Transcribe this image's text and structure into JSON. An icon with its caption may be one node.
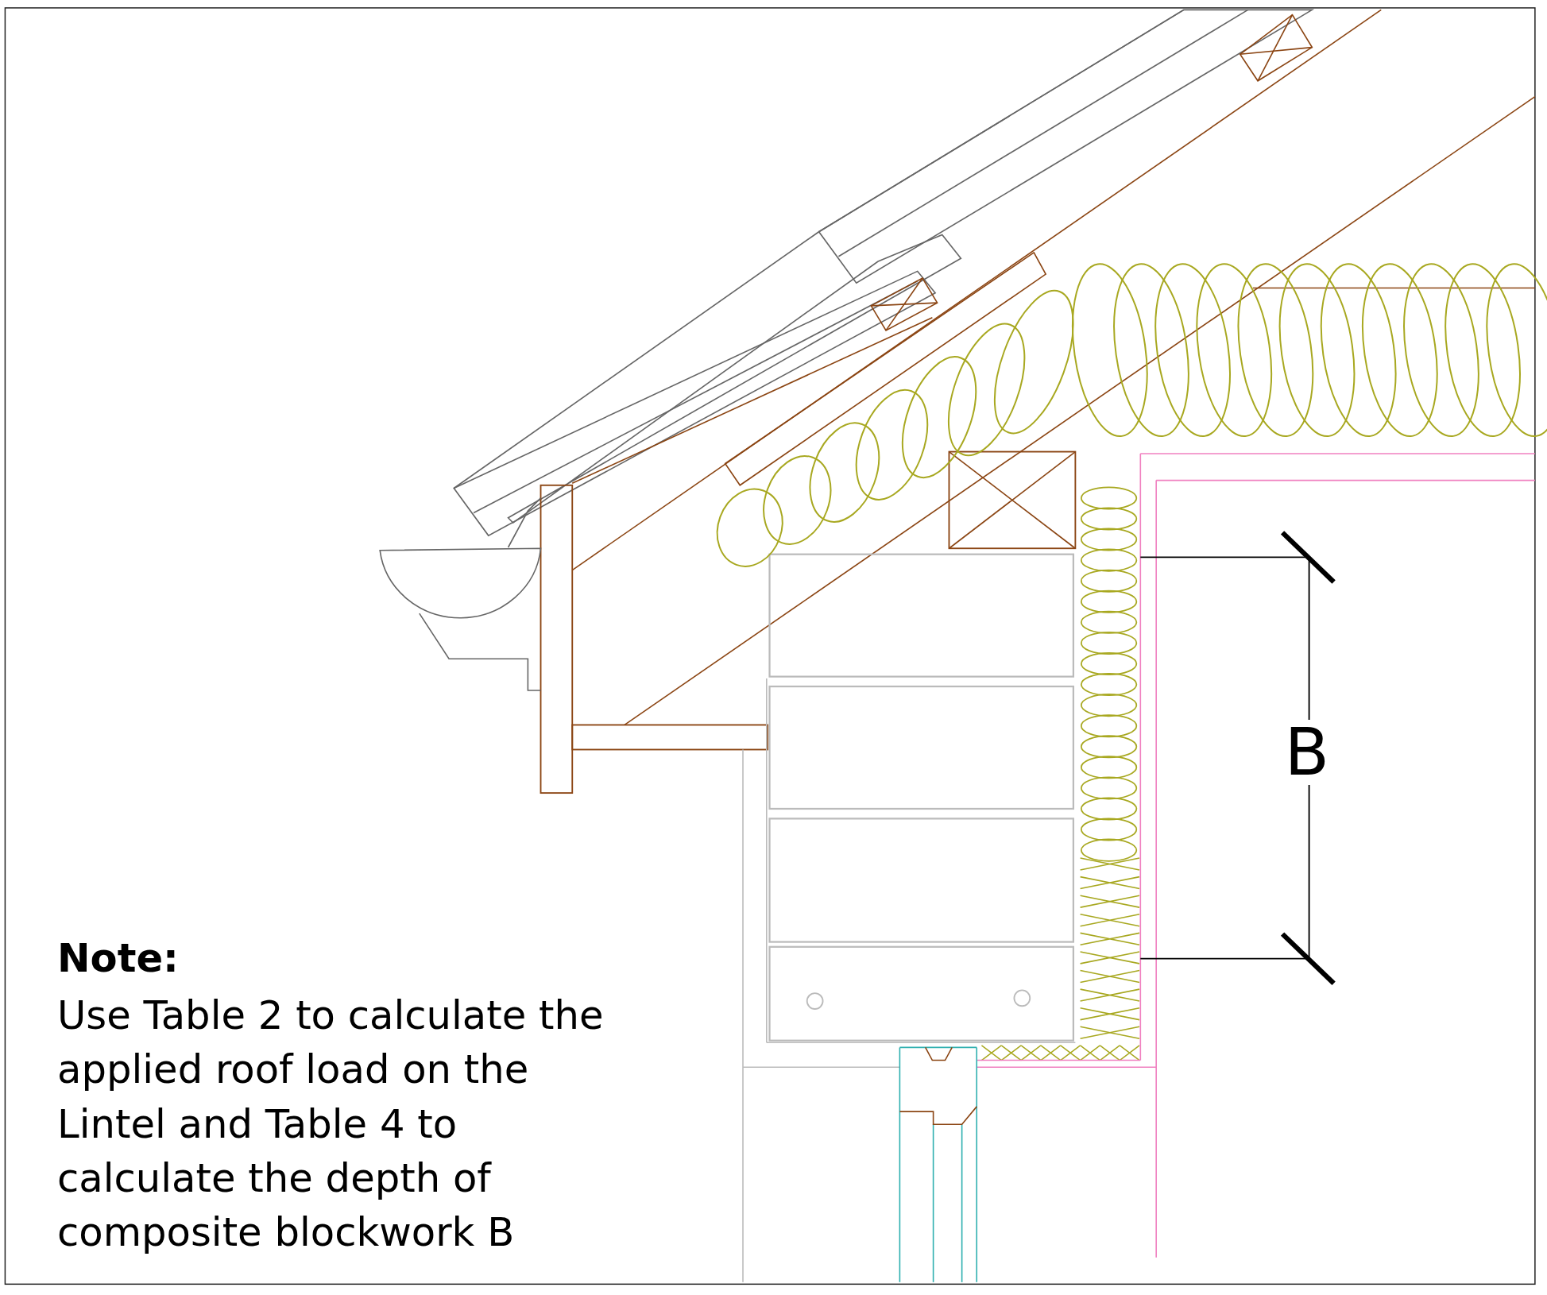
{
  "diagram": {
    "labels": [
      "Note:",
      "Use Table 2 to calculate the applied roof load on the Lintel and Table 4 to calculate the depth of composite blockwork B",
      "B"
    ]
  }
}
